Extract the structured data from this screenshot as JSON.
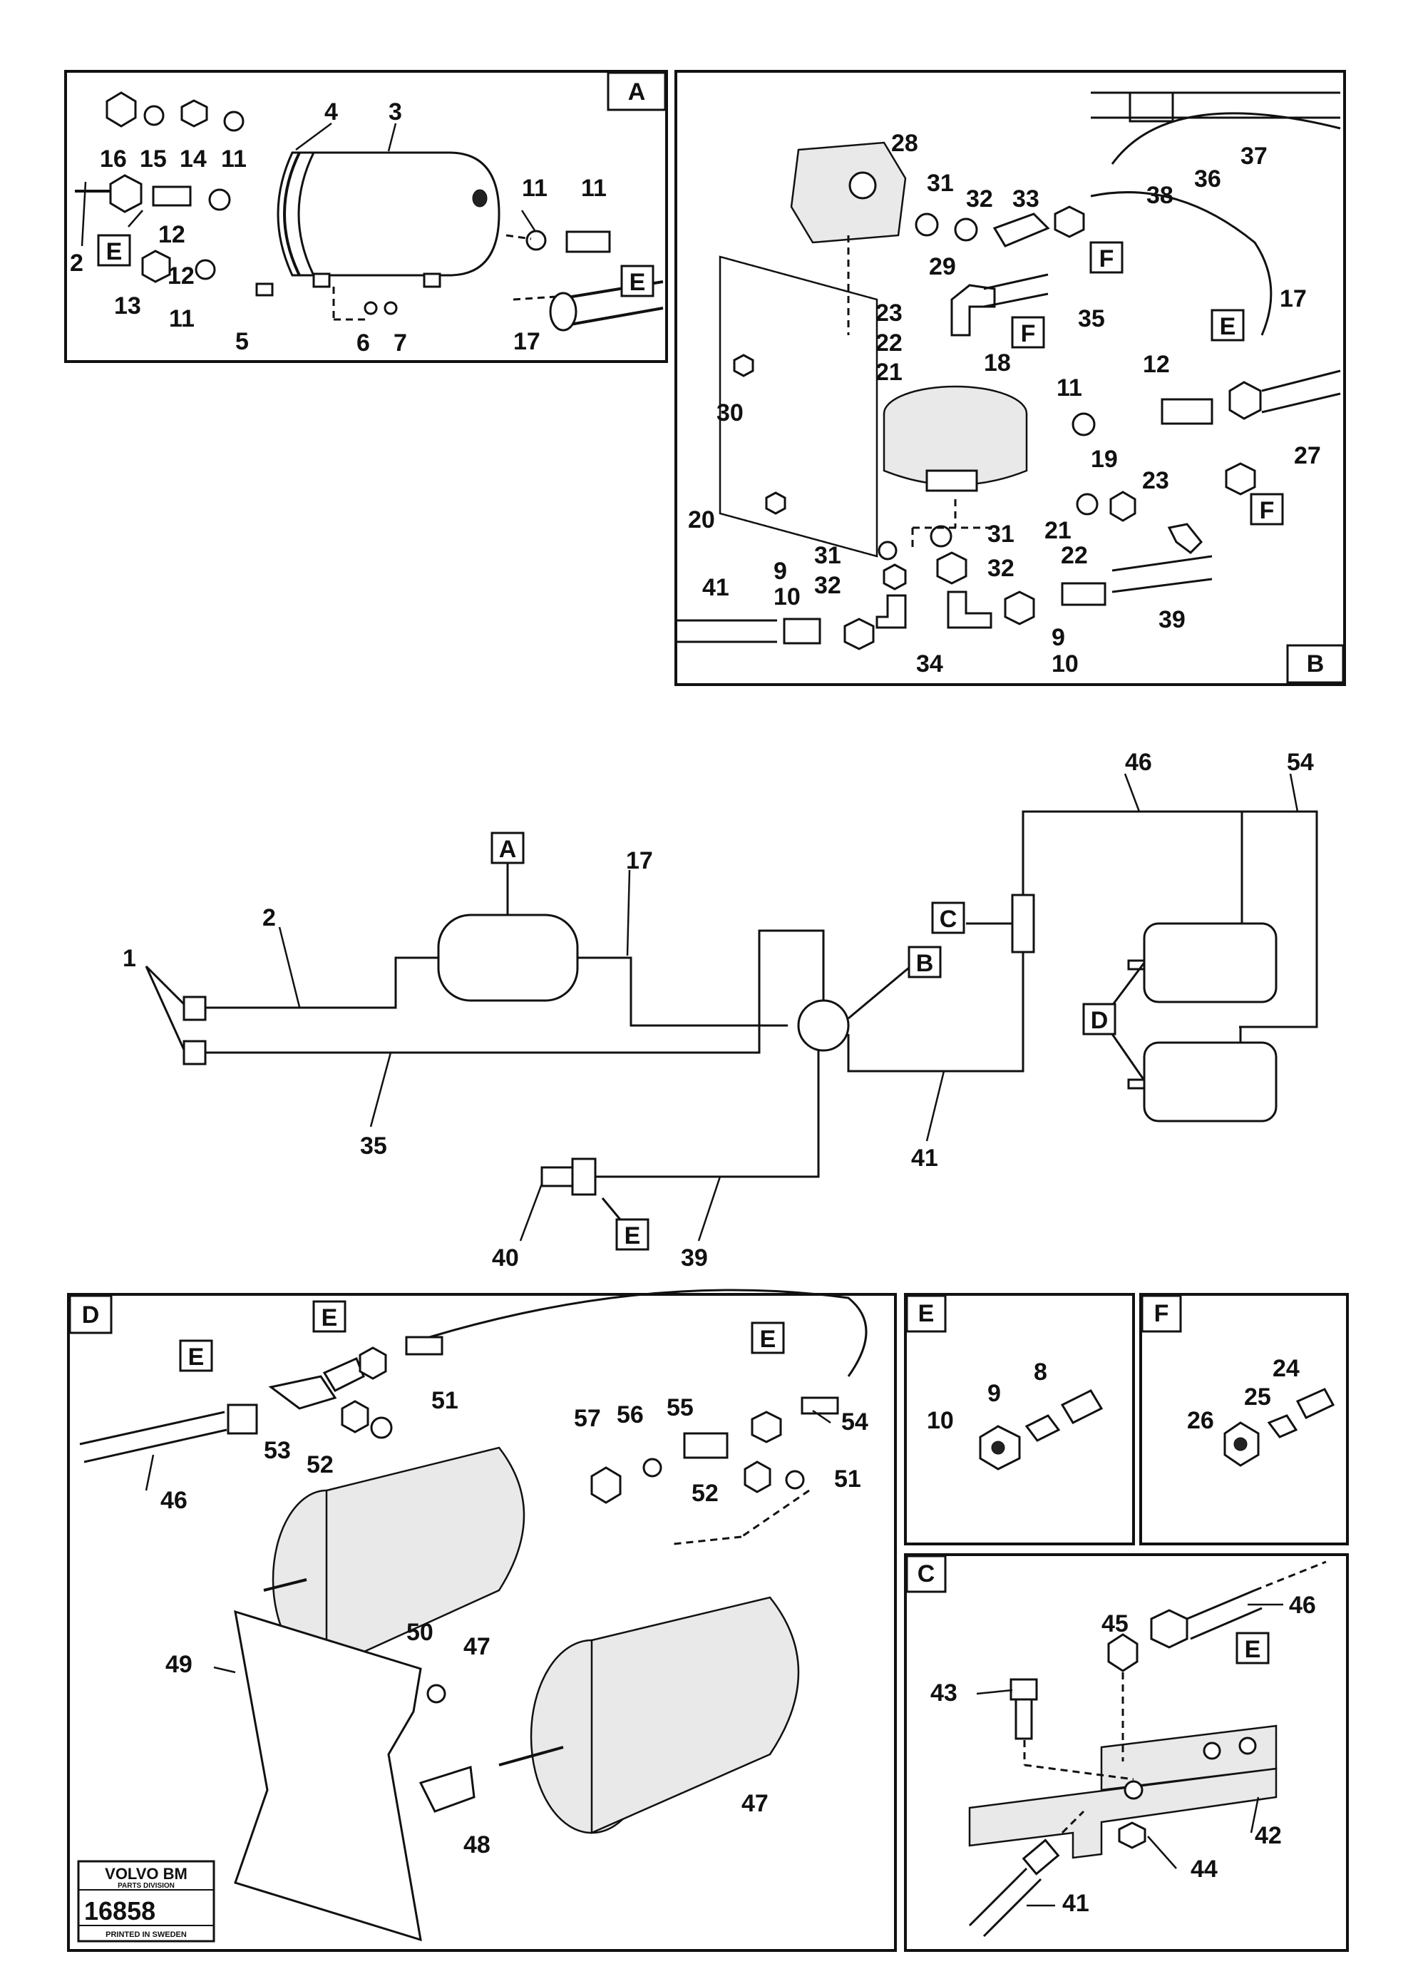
{
  "panels": {
    "A": {
      "tag": "A",
      "callouts": [
        "16",
        "15",
        "14",
        "11",
        "4",
        "3",
        "2",
        "12",
        "11",
        "11",
        "12",
        "13",
        "11",
        "5",
        "6",
        "7",
        "17"
      ],
      "refs": [
        "E",
        "E"
      ]
    },
    "B": {
      "tag": "B",
      "callouts": [
        "28",
        "31",
        "32",
        "33",
        "38",
        "37",
        "36",
        "29",
        "23",
        "35",
        "22",
        "21",
        "18",
        "17",
        "12",
        "11",
        "30",
        "27",
        "19",
        "23",
        "20",
        "21",
        "22",
        "31",
        "31",
        "32",
        "9",
        "10",
        "32",
        "41",
        "34",
        "9",
        "10",
        "39"
      ],
      "refs": [
        "F",
        "F",
        "E",
        "F"
      ]
    },
    "schematic": {
      "callouts": [
        "1",
        "2",
        "17",
        "46",
        "54",
        "41",
        "35",
        "40",
        "39"
      ],
      "refs": [
        "A",
        "B",
        "C",
        "D",
        "E"
      ]
    },
    "D": {
      "tag": "D",
      "callouts": [
        "53",
        "52",
        "51",
        "46",
        "57",
        "56",
        "55",
        "54",
        "52",
        "51",
        "47",
        "50",
        "49",
        "47",
        "48"
      ],
      "refs": [
        "E",
        "E",
        "E"
      ]
    },
    "E": {
      "tag": "E",
      "callouts": [
        "8",
        "9",
        "10"
      ]
    },
    "F": {
      "tag": "F",
      "callouts": [
        "24",
        "25",
        "26"
      ]
    },
    "C": {
      "tag": "C",
      "callouts": [
        "43",
        "45",
        "46",
        "42",
        "44",
        "41"
      ],
      "refs": [
        "E"
      ]
    }
  },
  "logo": {
    "brand": "VOLVO BM",
    "division": "PARTS DIVISION",
    "number": "16858",
    "footer": "PRINTED IN SWEDEN"
  }
}
